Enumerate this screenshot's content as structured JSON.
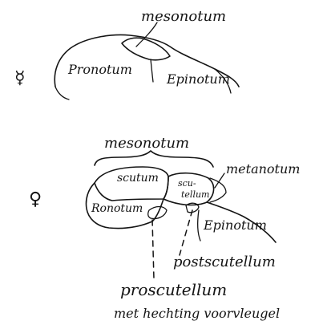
{
  "top_figure": {
    "symbol": "☿",
    "labels": {
      "mesonotum": "mesonotum",
      "pronotum": "Pronotum",
      "epinotum": "Epinotum"
    }
  },
  "bottom_figure": {
    "symbol": "♀",
    "labels": {
      "mesonotum": "mesonotum",
      "metanotum": "metanotum",
      "scutum": "scutum",
      "scutellum": "scu-\ntellum",
      "pronotum": "Ronotum",
      "epinotum": "Epinotum",
      "postscutellum": "postscutellum",
      "proscutellum": "proscutellum",
      "proscutellum_note": "met hechting voorvleugel"
    }
  }
}
